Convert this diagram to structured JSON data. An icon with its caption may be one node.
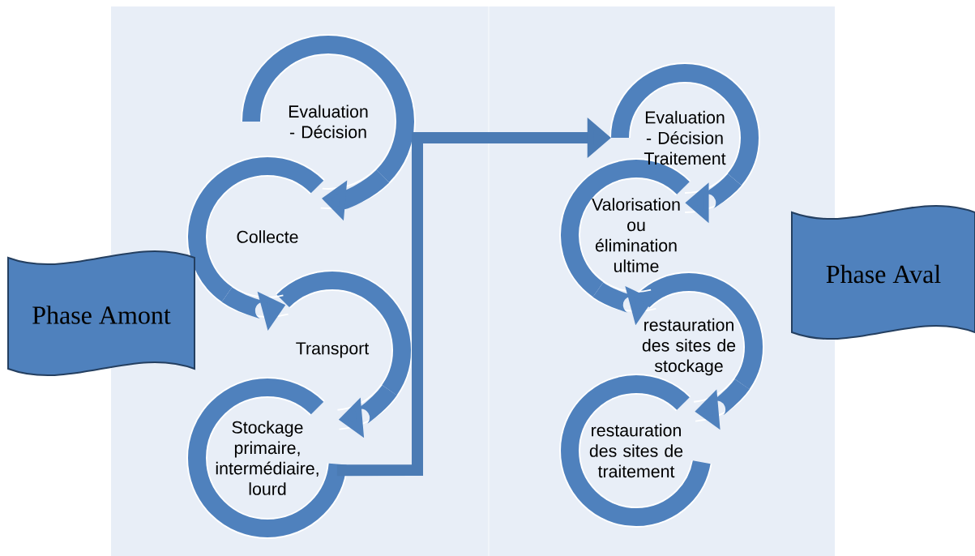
{
  "diagram": {
    "nodes": [
      {
        "text": [
          "Phase Amont"
        ]
      },
      {
        "text": [
          "Evaluation - Décision"
        ]
      },
      {
        "text": [
          "Collecte"
        ]
      },
      {
        "text": [
          "Transport"
        ]
      },
      {
        "text": [
          "Stockage primaire, intermédiaire, lourd"
        ]
      },
      {
        "text": [
          "Evaluation - Décision Traitement"
        ]
      },
      {
        "text": [
          "Valorisation ou élimination ultime"
        ]
      },
      {
        "text": [
          "restauration des sites de stockage"
        ]
      },
      {
        "text": [
          "restauration des sites de traitement"
        ]
      },
      {
        "text": [
          "Phase Aval"
        ]
      }
    ],
    "edges": [
      {
        "from": 1,
        "to": 2,
        "arrow": "to"
      },
      {
        "from": 2,
        "to": 3,
        "arrow": "to"
      },
      {
        "from": 3,
        "to": 4,
        "arrow": "to"
      },
      {
        "from": 4,
        "to": 5,
        "arrow": "to"
      },
      {
        "from": 5,
        "to": 6,
        "arrow": "to"
      },
      {
        "from": 6,
        "to": 7,
        "arrow": "to"
      },
      {
        "from": 7,
        "to": 8,
        "arrow": "to"
      }
    ]
  }
}
